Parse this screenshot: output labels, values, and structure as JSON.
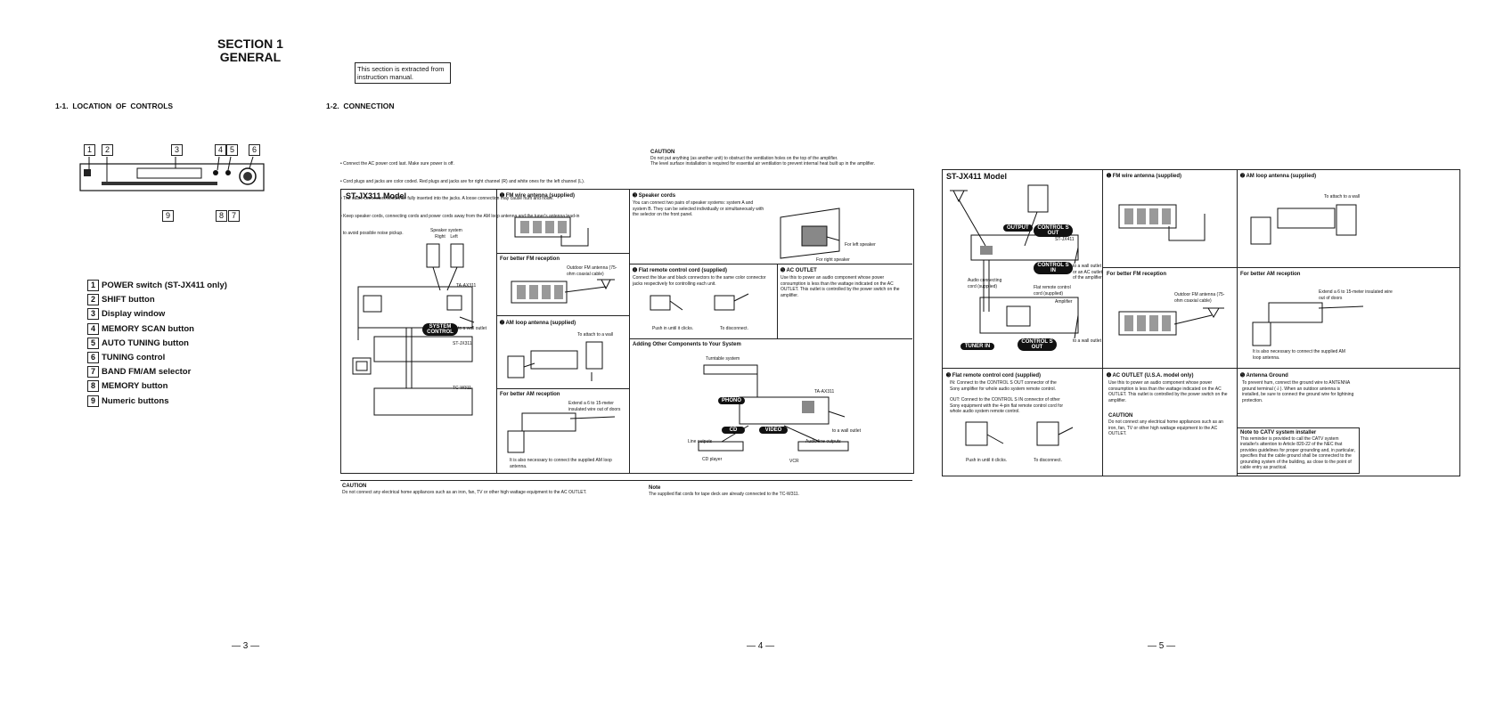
{
  "section": {
    "line1": "SECTION 1",
    "line2": "GENERAL"
  },
  "extract_note": "This section is extracted from instruction manual.",
  "h_location": "1-1.  LOCATION  OF  CONTROLS",
  "h_connection": "1-2.  CONNECTION",
  "callouts_top": [
    "1",
    "2",
    "3",
    "4",
    "5",
    "6"
  ],
  "callouts_bottom": [
    "9",
    "8",
    "7"
  ],
  "controls": [
    {
      "n": "1",
      "label": "POWER switch (ST-JX411 only)"
    },
    {
      "n": "2",
      "label": "SHIFT button"
    },
    {
      "n": "3",
      "label": "Display window"
    },
    {
      "n": "4",
      "label": "MEMORY SCAN button"
    },
    {
      "n": "5",
      "label": "AUTO TUNING button"
    },
    {
      "n": "6",
      "label": "TUNING control"
    },
    {
      "n": "7",
      "label": "BAND FM/AM selector"
    },
    {
      "n": "8",
      "label": "MEMORY button"
    },
    {
      "n": "9",
      "label": "Numeric buttons"
    }
  ],
  "bullets": [
    "• Connect the AC power cord last. Make sure power is off.",
    "• Cord plugs and jacks are color coded. Red plugs and jacks are for right channel (R) and white ones for the left channel (L).",
    "• The cable connectors should be fully inserted into the jacks. A loose connection may cause hum and noise.",
    "• Keep speaker cords, connecting cords and power cords away from the AM loop antenna and the tuner's antenna lead-in",
    "  to avoid possible noise pickup."
  ],
  "caution_top": {
    "title": "CAUTION",
    "l1": "Do not put anything (as another unit) to obstruct the ventilation holes on the top of the amplifier.",
    "l2": "The level surface installation is required for essential air ventilation to prevent internal heat built up in the amplifier."
  },
  "jx311": {
    "title": "ST-JX311 Model",
    "speaker": "Speaker system",
    "right": "Right",
    "left": "Left",
    "ta": "TA-AX311",
    "st": "ST-JX311",
    "tc": "TC-W311",
    "system_control": "SYSTEM CONTROL",
    "wall": "to a wall outlet"
  },
  "fm": {
    "title": "➊  FM wire antenna (supplied)",
    "better": "For better FM reception",
    "outdoor": "Outdoor FM antenna (75-ohm coaxial cable)"
  },
  "am": {
    "title": "➋  AM loop antenna (supplied)",
    "attach": "To attach to a wall",
    "better": "For better AM reception",
    "extend": "Extend a 6 to 15-meter insulated wire out of doors",
    "note": "It is also necessary to connect the supplied AM loop antenna."
  },
  "spk": {
    "title": "➌  Speaker cords",
    "text": "You can connect two pairs of speaker systems: system A and system B. They can be selected individually or simultaneously with the selector on the front panel.",
    "left": "For left speaker",
    "right": "For right speaker"
  },
  "flat": {
    "title": "➍  Flat remote control cord (supplied)",
    "text": "Connect the blue and black connectors to the same color connector jacks respectively for controlling each unit.",
    "push": "Push in until it clicks.",
    "disc": "To disconnect."
  },
  "ac": {
    "title": "➎  AC OUTLET",
    "text": "Use this to power an audio component whose power consumption is less than the wattage indicated on the AC OUTLET. This outlet is controlled by the power switch on the amplifier."
  },
  "adding": {
    "title": "Adding Other Components to Your System",
    "turntable": "Turntable system",
    "ta": "TA-AX311",
    "wall": "to a wall outlet",
    "cd": "CD",
    "video": "VIDEO",
    "line_out": "Line outputs",
    "audio_out": "Audio line outputs",
    "cdp": "CD player",
    "vcr": "VCR",
    "phono": "PHONO"
  },
  "caution_bottom": {
    "title": "CAUTION",
    "text": "Do not connect any electrical home appliances such as an iron, fan, TV or other high wattage equipment to the AC OUTLET."
  },
  "note_bottom": {
    "title": "Note",
    "text": "The supplied flat cords for tape deck are already connected to the TC-W311."
  },
  "jx411": {
    "title": "ST-JX411 Model",
    "output": "OUTPUT",
    "cs_out": "CONTROL S OUT",
    "cs_in": "CONTROL S IN",
    "st": "ST-JX411",
    "wall1": "to a wall outlet or an AC outlet of the amplifier",
    "audio": "Audio connecting cord (supplied)",
    "flat": "Flat remote control cord (supplied)",
    "amp": "Amplifier",
    "tuner_in": "TUNER IN",
    "cs_out2": "CONTROL S OUT",
    "wall2": "to a wall outlet"
  },
  "fm2": {
    "title": "➊  FM wire antenna (supplied)",
    "better": "For better FM reception",
    "outdoor": "Outdoor FM antenna (75-ohm coaxial cable)"
  },
  "am2": {
    "title": "➋  AM loop antenna (supplied)",
    "attach": "To attach to a wall",
    "better": "For better AM reception",
    "extend": "Extend a 6 to 15-meter insulated wire out of doors",
    "note": "It is also necessary to connect the supplied AM loop antenna."
  },
  "flat2": {
    "title": "➌  Flat remote control cord (supplied)",
    "in": "IN: Connect to the CONTROL S OUT connector of the Sony amplifier for whole audio system remote control.",
    "out": "OUT: Connect to the CONTROL S IN connector of other Sony equipment with the 4-pin flat remote control cord for whole audio system remote control.",
    "push": "Push in until it clicks.",
    "disc": "To disconnect."
  },
  "ac2": {
    "title": "➍  AC OUTLET (U.S.A. model only)",
    "text": "Use this to power an audio component whose power consumption is less than the wattage indicated on the AC OUTLET. This outlet is controlled by the power switch on the amplifier.",
    "ctitle": "CAUTION",
    "ctext": "Do not connect any electrical home appliances such as an iron, fan, TV or other high wattage equipment to the AC OUTLET."
  },
  "ground": {
    "title": "➎  Antenna Ground",
    "text": "To prevent hum, connect the ground wire to ANTENNA ground terminal (⏚). When an outdoor antenna is installed, be sure to connect the ground wire for lightning protection."
  },
  "catv": {
    "title": "Note to CATV system installer",
    "text": "This reminder is provided to call the CATV system installer's attention to Article 820-22 of the NEC that provides guidelines for proper grounding and, in particular, specifies that the cable ground shall be connected to the grounding system of the building, as close to the point of cable entry as practical."
  },
  "pages": [
    "— 3 —",
    "— 4 —",
    "— 5 —"
  ]
}
